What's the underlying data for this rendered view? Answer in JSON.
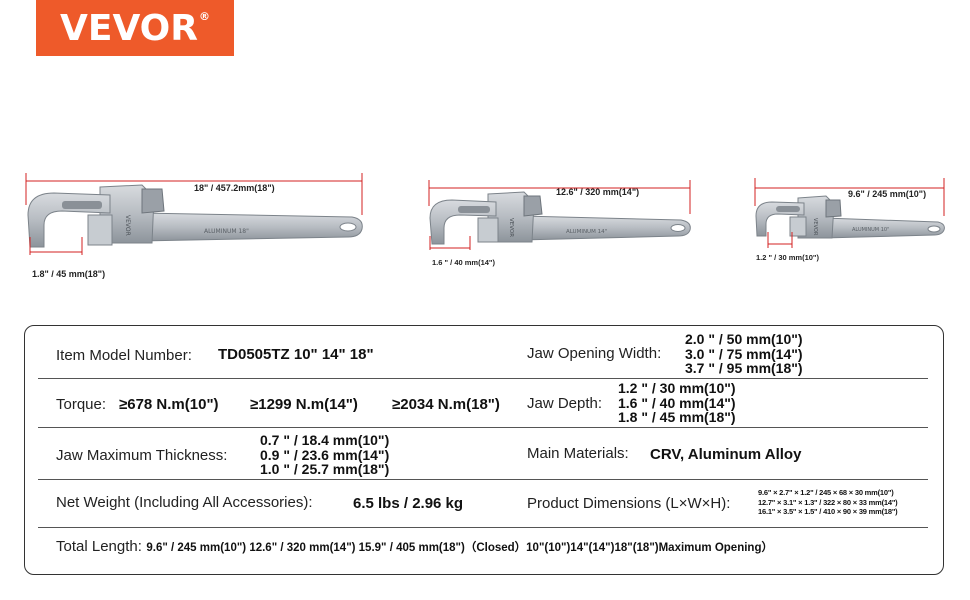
{
  "brand": {
    "logo_text": "VEVOR",
    "logo_mark": "®",
    "color": "#ee5a2a"
  },
  "wrenches": [
    {
      "length_label": "18\" / 457.2mm(18\")",
      "jaw_label": "1.8\" / 45 mm(18\")",
      "engraving": "ALUMINUM 18\"",
      "brand_mark": "VEVOR"
    },
    {
      "length_label": "12.6\" /  320 mm(14\")",
      "jaw_label": "1.6 \" / 40 mm(14\")",
      "engraving": "ALUMINUM 14\"",
      "brand_mark": "VEVOR"
    },
    {
      "length_label": "9.6\" / 245 mm(10\")",
      "jaw_label": "1.2 \" / 30 mm(10\")",
      "engraving": "ALUMINUM 10\"",
      "brand_mark": "VEVOR"
    }
  ],
  "specs": {
    "model": {
      "label": "Item Model Number:",
      "value": "TD0505TZ 10\" 14\" 18\""
    },
    "jaw_opening": {
      "label": "Jaw Opening Width:",
      "values": [
        "2.0 \" / 50 mm(10\")",
        "3.0 \" / 75 mm(14\")",
        "3.7 \" / 95 mm(18\")"
      ]
    },
    "torque": {
      "label": "Torque:",
      "values": [
        "≥678 N.m(10\")",
        "≥1299 N.m(14\")",
        "≥2034 N.m(18\")"
      ]
    },
    "jaw_depth": {
      "label": "Jaw Depth:",
      "values": [
        "1.2 \" / 30 mm(10\")",
        "1.6 \" / 40 mm(14\")",
        "1.8 \" / 45 mm(18\")"
      ]
    },
    "jaw_thickness": {
      "label": "Jaw Maximum Thickness:",
      "values": [
        "0.7 \" / 18.4 mm(10\")",
        "0.9 \" / 23.6 mm(14\")",
        "1.0 \" / 25.7 mm(18\")"
      ]
    },
    "materials": {
      "label": "Main Materials:",
      "value": "CRV, Aluminum Alloy"
    },
    "weight": {
      "label": "Net Weight (Including All Accessories):",
      "value": "6.5 lbs / 2.96 kg"
    },
    "dimensions": {
      "label": "Product Dimensions (L×W×H):",
      "values": [
        "9.6\" × 2.7\" × 1.2\" / 245 × 68 × 30 mm(10\")",
        "12.7\" × 3.1\" × 1.3\" / 322 × 80 × 33 mm(14\")",
        "16.1\" × 3.5\" × 1.5\" / 410 × 90 × 39 mm(18\")"
      ]
    },
    "total_length": {
      "label": "Total Length:",
      "value": "9.6\" / 245 mm(10\") 12.6\" /  320 mm(14\") 15.9\" /  405 mm(18\")（Closed）10\"(10\")14\"(14\")18\"(18\")Maximum Opening）"
    }
  }
}
